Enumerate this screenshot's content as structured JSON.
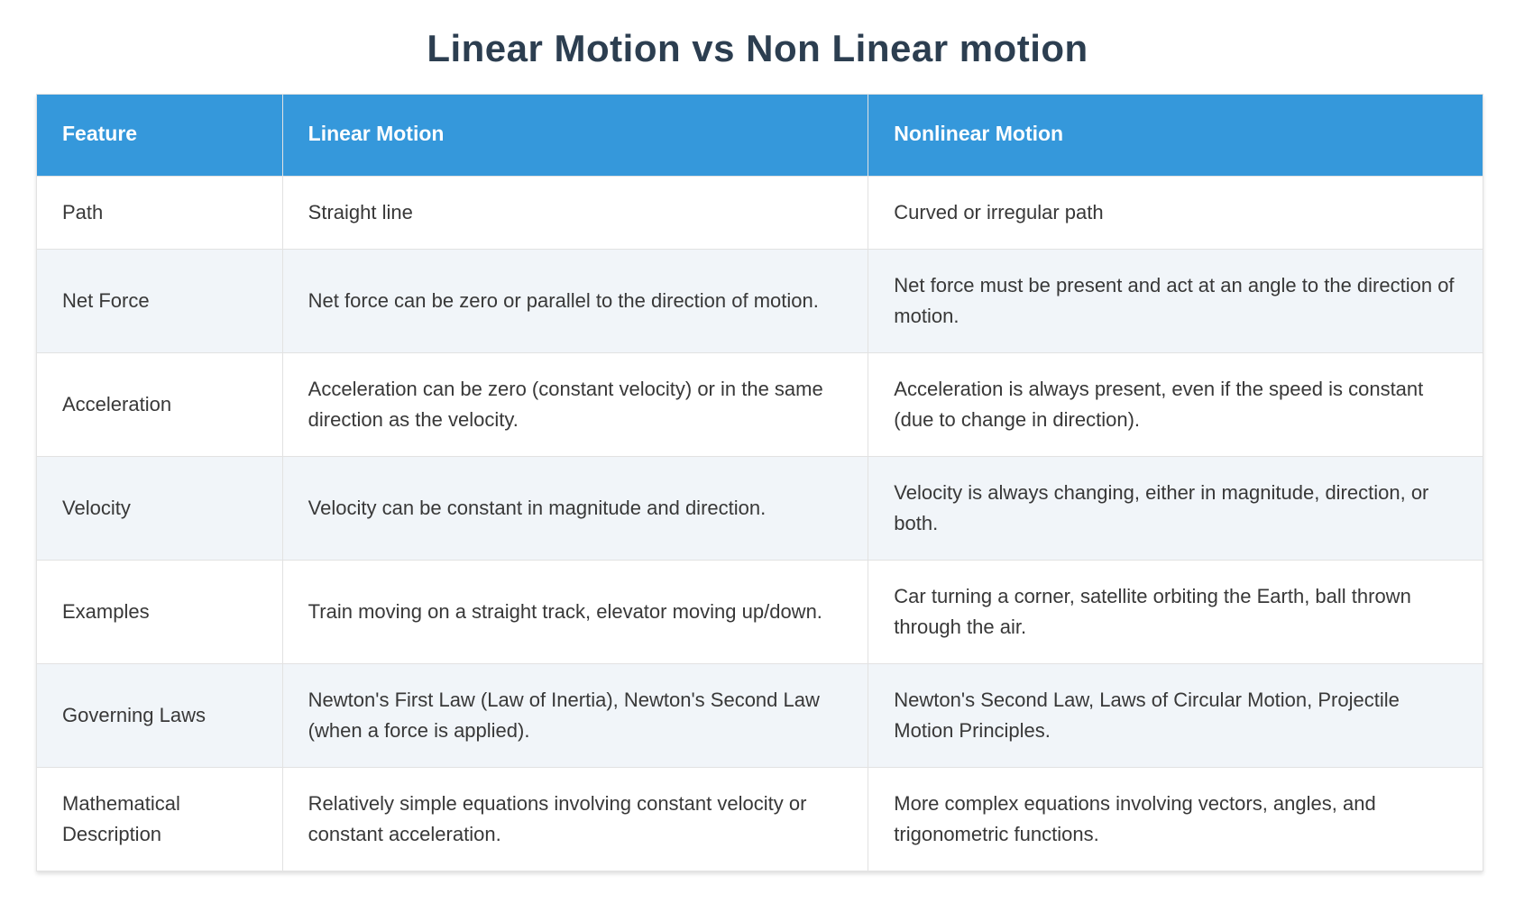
{
  "title": "Linear Motion vs Non Linear motion",
  "colors": {
    "header_bg": "#3598db",
    "header_text": "#ffffff",
    "title_text": "#2c3e50",
    "row_alt_bg": "#f1f5f9",
    "border": "#e2e2e2",
    "body_text": "#383838"
  },
  "table": {
    "columns": [
      "Feature",
      "Linear Motion",
      "Nonlinear Motion"
    ],
    "rows": [
      {
        "feature": "Path",
        "linear": "Straight line",
        "nonlinear": "Curved or irregular path"
      },
      {
        "feature": "Net Force",
        "linear": "Net force can be zero or parallel to the direction of motion.",
        "nonlinear": "Net force must be present and act at an angle to the direction of motion."
      },
      {
        "feature": "Acceleration",
        "linear": "Acceleration can be zero (constant velocity) or in the same direction as the velocity.",
        "nonlinear": "Acceleration is always present, even if the speed is constant (due to change in direction)."
      },
      {
        "feature": "Velocity",
        "linear": "Velocity can be constant in magnitude and direction.",
        "nonlinear": "Velocity is always changing, either in magnitude, direction, or both."
      },
      {
        "feature": "Examples",
        "linear": "Train moving on a straight track, elevator moving up/down.",
        "nonlinear": "Car turning a corner, satellite orbiting the Earth, ball thrown through the air."
      },
      {
        "feature": "Governing Laws",
        "linear": "Newton's First Law (Law of Inertia), Newton's Second Law (when a force is applied).",
        "nonlinear": "Newton's Second Law, Laws of Circular Motion, Projectile Motion Principles."
      },
      {
        "feature": "Mathematical Description",
        "linear": "Relatively simple equations involving constant velocity or constant acceleration.",
        "nonlinear": "More complex equations involving vectors, angles, and trigonometric functions."
      }
    ]
  }
}
